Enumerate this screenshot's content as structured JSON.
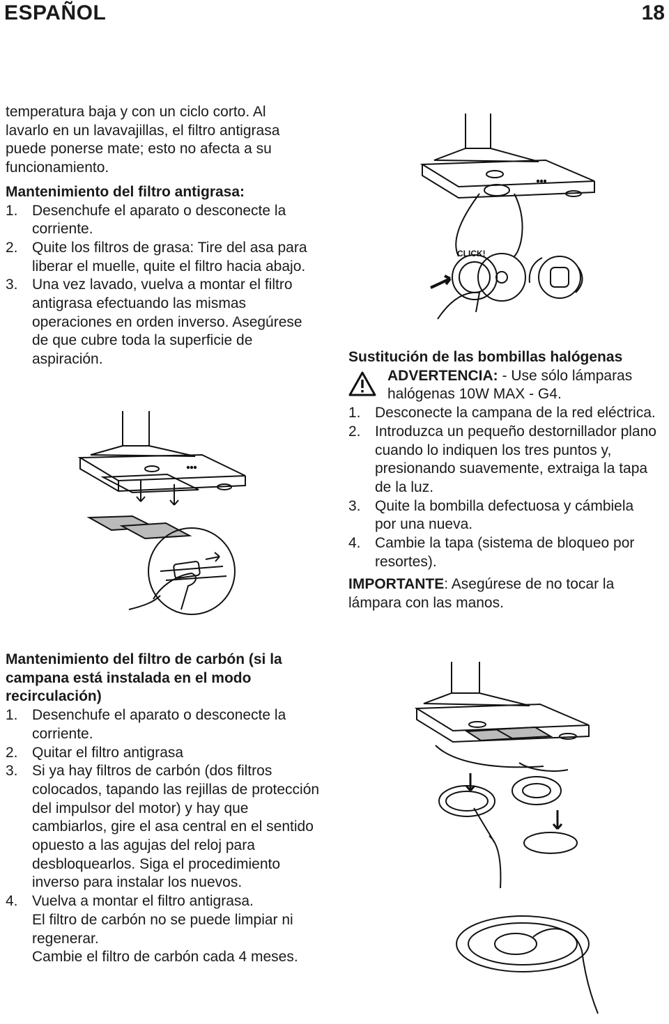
{
  "header": {
    "language": "ESPAÑOL",
    "page_number": "18"
  },
  "left": {
    "intro": "temperatura baja y con un ciclo corto. Al lavarlo en un lavavajillas, el filtro antigrasa puede ponerse mate; esto no afecta a su funcionamiento.",
    "grease_title": "Mantenimiento del filtro antigrasa:",
    "grease_steps": [
      {
        "n": "1.",
        "text": "Desenchufe el aparato o desconecte la corriente."
      },
      {
        "n": "2.",
        "text": "Quite los filtros de grasa: Tire del asa para liberar el muelle, quite el filtro hacia abajo."
      },
      {
        "n": "3.",
        "text": "Una vez lavado, vuelva a montar el filtro antigrasa efectuando las mismas operaciones en orden inverso. Asegúrese de que cubre toda la superficie de aspiración."
      }
    ],
    "carbon_title": "Mantenimiento del filtro de carbón (si la campana está instalada en el modo recirculación)",
    "carbon_steps": [
      {
        "n": "1.",
        "text": "Desenchufe el aparato o desconecte la corriente."
      },
      {
        "n": "2.",
        "text": "Quitar el filtro antigrasa"
      },
      {
        "n": "3.",
        "text": "Si ya hay filtros de carbón (dos filtros colocados, tapando las rejillas de protección del impulsor del motor) y hay que cambiarlos, gire el asa central en el sentido opuesto a las agujas del reloj para desbloquearlos. Siga el procedimiento inverso para instalar los nuevos."
      },
      {
        "n": "4.",
        "text": "Vuelva a montar el filtro antigrasa."
      }
    ],
    "carbon_note1": "El filtro de carbón no se puede limpiar ni regenerar.",
    "carbon_note2": "Cambie el filtro de carbón cada 4 meses."
  },
  "right": {
    "click_label": "CLICK!",
    "bulb_title": "Sustitución de las bombillas halógenas",
    "warning_label": "ADVERTENCIA:",
    "warning_text": " - Use sólo lámparas halógenas 10W MAX - G4.",
    "bulb_steps": [
      {
        "n": "1.",
        "text": "Desconecte la campana de la red eléctrica."
      },
      {
        "n": "2.",
        "text": "Introduzca un pequeño destornillador plano cuando lo indiquen los tres puntos y, presionando suavemente, extraiga la tapa de la luz."
      },
      {
        "n": "3.",
        "text": "Quite la bombilla defectuosa y cámbiela por una nueva."
      },
      {
        "n": "4.",
        "text": "Cambie la tapa (sistema de bloqueo por resortes)."
      }
    ],
    "important_label": "IMPORTANTE",
    "important_text": ": Asegúrese de no tocar la lámpara con las manos."
  }
}
